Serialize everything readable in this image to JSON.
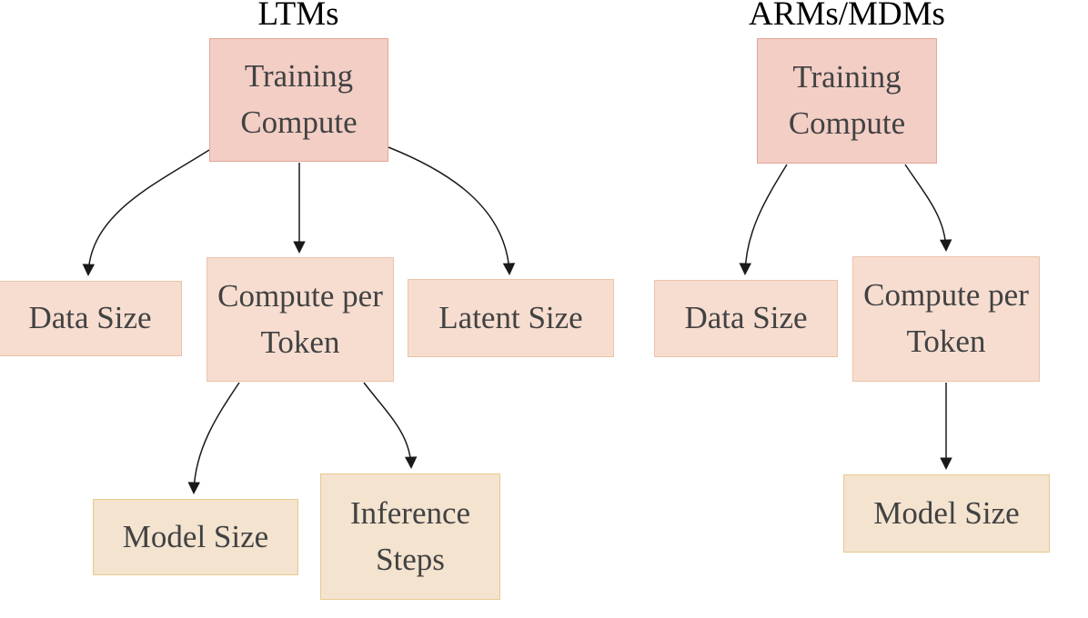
{
  "diagrams": {
    "left": {
      "title": "LTMs",
      "nodes": {
        "training_compute": "Training Compute",
        "data_size": "Data Size",
        "compute_per_token": "Compute per Token",
        "latent_size": "Latent Size",
        "model_size": "Model Size",
        "inference_steps": "Inference Steps"
      },
      "edges": [
        {
          "from": "training_compute",
          "to": "data_size"
        },
        {
          "from": "training_compute",
          "to": "compute_per_token"
        },
        {
          "from": "training_compute",
          "to": "latent_size"
        },
        {
          "from": "compute_per_token",
          "to": "model_size"
        },
        {
          "from": "compute_per_token",
          "to": "inference_steps"
        }
      ]
    },
    "right": {
      "title": "ARMs/MDMs",
      "nodes": {
        "training_compute": "Training Compute",
        "data_size": "Data Size",
        "compute_per_token": "Compute per Token",
        "model_size": "Model Size"
      },
      "edges": [
        {
          "from": "training_compute",
          "to": "data_size"
        },
        {
          "from": "training_compute",
          "to": "compute_per_token"
        },
        {
          "from": "compute_per_token",
          "to": "model_size"
        }
      ]
    }
  },
  "colors": {
    "level1_fill": "#f2cec5",
    "level1_border": "#e3a79a",
    "level2_fill": "#f6ddd0",
    "level2_border": "#ebc3aa",
    "level3_fill": "#f3e3cf",
    "level3_border": "#e9c98e",
    "arrow": "#1a1a1a",
    "label_text": "#424242",
    "title_text": "#000000",
    "page_bg": "#ffffff"
  }
}
